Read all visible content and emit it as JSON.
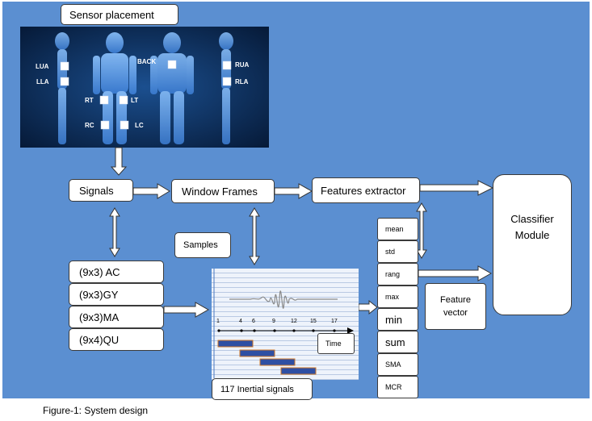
{
  "title": "Sensor placement",
  "sensor_labels": {
    "lua": "LUA",
    "lla": "LLA",
    "rt": "RT",
    "lt": "LT",
    "rc": "RC",
    "lc": "LC",
    "back": "BACK",
    "rua": "RUA",
    "rla": "RLA"
  },
  "nodes": {
    "signals": "Signals",
    "window_frames": "Window Frames",
    "features_extractor": "Features extractor",
    "classifier_line1": "Classifier",
    "classifier_line2": "Module",
    "samples": "Samples",
    "inertial_signals": "117 Inertial signals",
    "time": "Time",
    "feature_vector_line1": "Feature",
    "feature_vector_line2": "vector"
  },
  "signal_types": [
    "(9x3) AC",
    "(9x3)GY",
    "(9x3)MA",
    "(9x4)QU"
  ],
  "features": [
    "mean",
    "std",
    "rang",
    "max",
    "min",
    "sum",
    "SMA",
    "MCR"
  ],
  "timeline_ticks": [
    "1",
    "4",
    "6",
    "9",
    "12",
    "15",
    "17"
  ],
  "caption": "Figure-1: System design",
  "colors": {
    "panel": "#5b8fd1",
    "body_image_bg": "#0c2246",
    "window_bar": "#2e4fa3",
    "window_bar_border": "#d07a2a"
  }
}
